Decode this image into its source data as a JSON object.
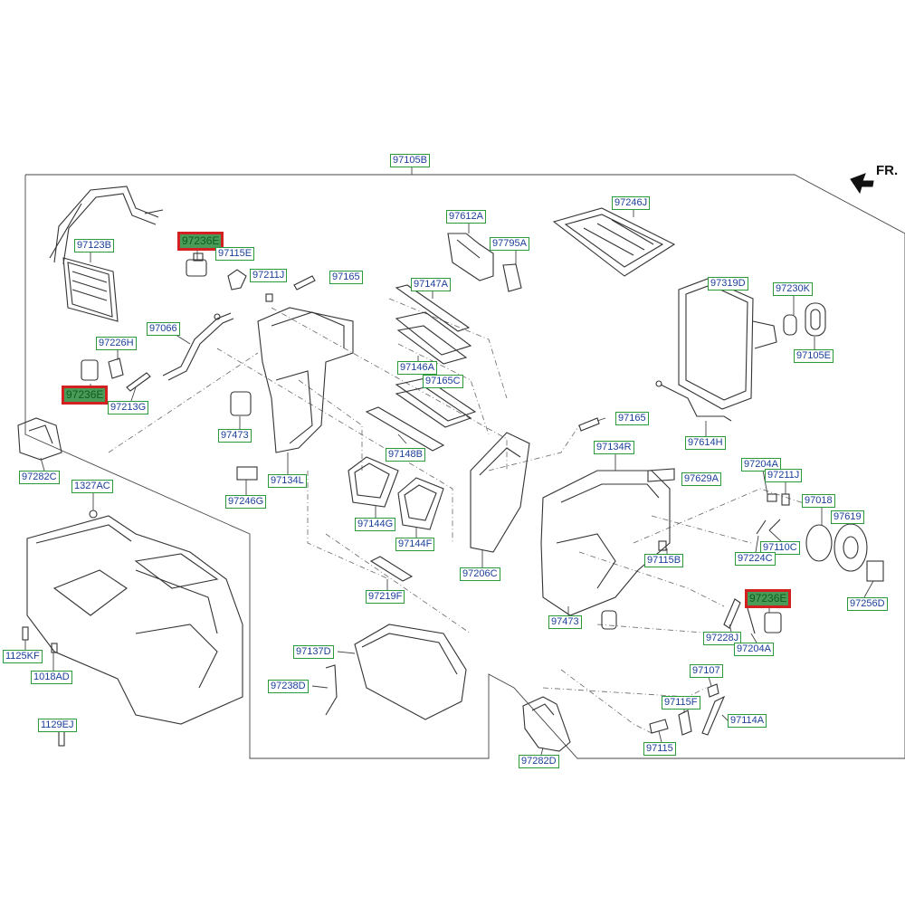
{
  "direction_marker": "FR.",
  "highlight_color": "#d32020",
  "labels": {
    "l97105B": "97105B",
    "l97612A": "97612A",
    "l97246J": "97246J",
    "l97123B": "97123B",
    "l97236E_a": "97236E",
    "l97115E": "97115E",
    "l97795A": "97795A",
    "l97211J_a": "97211J",
    "l97165_a": "97165",
    "l97319D": "97319D",
    "l97230K": "97230K",
    "l97147A": "97147A",
    "l97066": "97066",
    "l97105E": "97105E",
    "l97226H": "97226H",
    "l97146A": "97146A",
    "l97236E_b": "97236E",
    "l97165C": "97165C",
    "l97213G": "97213G",
    "l97165_b": "97165",
    "l97473_a": "97473",
    "l97614H": "97614H",
    "l97134R": "97134R",
    "l97148B": "97148B",
    "l97282C": "97282C",
    "l97204A_a": "97204A",
    "l97134L": "97134L",
    "l97211J_b": "97211J",
    "l97629A": "97629A",
    "l1327AC": "1327AC",
    "l97246G": "97246G",
    "l97018": "97018",
    "l97144G": "97144G",
    "l97619": "97619",
    "l97144F": "97144F",
    "l97110C": "97110C",
    "l97224C": "97224C",
    "l97115B": "97115B",
    "l97206C": "97206C",
    "l97219F": "97219F",
    "l97236E_c": "97236E",
    "l97256D": "97256D",
    "l97473_b": "97473",
    "l1125KF": "1125KF",
    "l97228J": "97228J",
    "l97204A_b": "97204A",
    "l97137D": "97137D",
    "l1018AD": "1018AD",
    "l97107": "97107",
    "l97238D": "97238D",
    "l97115F": "97115F",
    "l97114A": "97114A",
    "l1129EJ": "1129EJ",
    "l97115": "97115",
    "l97282D": "97282D"
  }
}
